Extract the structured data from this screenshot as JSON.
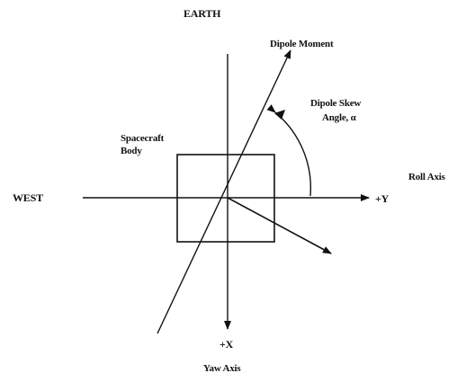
{
  "labels": {
    "earth": "EARTH",
    "dipole_moment": "Dipole Moment",
    "skew_line1": "Dipole Skew",
    "skew_line2": "Angle,  α",
    "body_line1": "Spacecraft",
    "body_line2": "Body",
    "roll_axis": "Roll Axis",
    "west": "WEST",
    "plus_y": "+Y",
    "plus_x": "+X",
    "yaw_axis": "Yaw Axis"
  },
  "colors": {
    "ink": "#111111",
    "background": "#ffffff"
  }
}
